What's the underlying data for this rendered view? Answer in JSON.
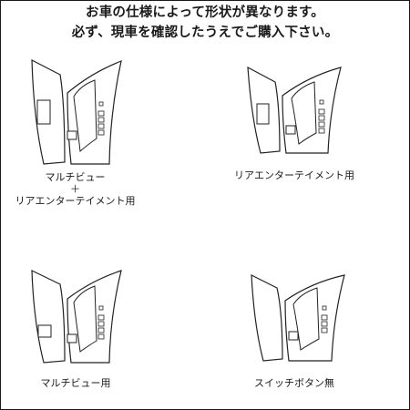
{
  "header": {
    "line1": "お車の仕様によって形状が異なります。",
    "line2": "必ず、現車を確認したうえでご購入下さい。"
  },
  "variants": [
    {
      "caption": "マルチビュー",
      "plus": "＋",
      "caption2": "リアエンターテイメント用"
    },
    {
      "caption": "リアエンターテイメント用"
    },
    {
      "caption": "マルチビュー用"
    },
    {
      "caption": "スイッチボタン無"
    }
  ]
}
